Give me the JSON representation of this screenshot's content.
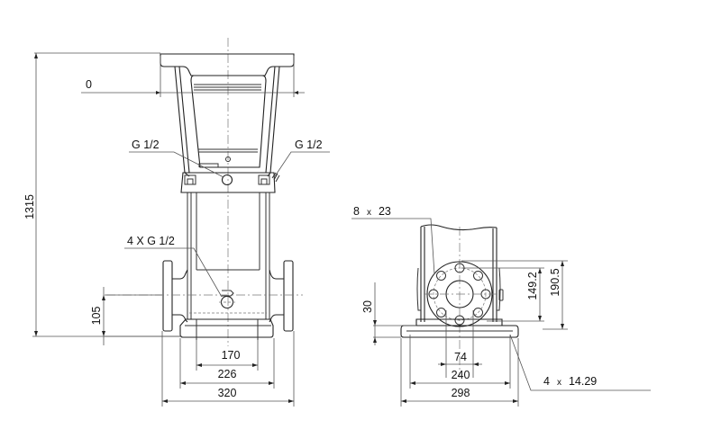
{
  "drawing": {
    "title": "Pump dimensional drawing",
    "front_view": {
      "labels": {
        "top_offset": "0",
        "overall_height": "1315",
        "port_left": "G 1/2",
        "port_right": "G 1/2",
        "drain_ports": "4 X G 1/2",
        "inlet_height": "105",
        "width_170": "170",
        "width_226": "226",
        "width_320": "320"
      }
    },
    "side_view": {
      "labels": {
        "flange_holes": "8",
        "flange_holes_x": "x",
        "flange_hole_dia": "23",
        "base_height": "30",
        "bolt_circle_149": "149.2",
        "flange_dia_190": "190.5",
        "bore_74": "74",
        "width_240": "240",
        "width_298": "298",
        "base_holes": "4",
        "base_holes_x": "x",
        "base_hole_dia": "14.29"
      }
    },
    "colors": {
      "line": "#333333",
      "background": "#ffffff"
    }
  }
}
